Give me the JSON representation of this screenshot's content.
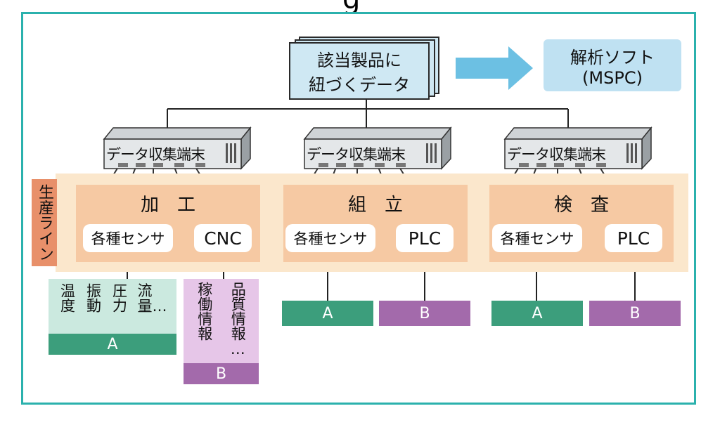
{
  "top_heading_partial": "g",
  "target_doc": {
    "line1": "該当製品に",
    "line2": "紐づくデータ"
  },
  "software": {
    "line1": "解析ソフト",
    "line2": "(MSPC)"
  },
  "terminal_label": "データ収集端末",
  "line_label": "生産ライン",
  "stations": [
    {
      "name": "加　工",
      "sensor": "各種センサ",
      "device": "CNC"
    },
    {
      "name": "組　立",
      "sensor": "各種センサ",
      "device": "PLC"
    },
    {
      "name": "検　査",
      "sensor": "各種センサ",
      "device": "PLC"
    }
  ],
  "group_a_label": "A",
  "group_b_label": "B",
  "a_items": [
    "温度",
    "振動",
    "圧力",
    "流量…"
  ],
  "b_items": [
    "稼働情報",
    "品質情報…"
  ],
  "colors": {
    "frame": "#2bb1ad",
    "line_band": "#fbe7cc",
    "station": "#f6c9a3",
    "line_tag": "#e8906a",
    "a_dark": "#3c9e7c",
    "a_light": "#cbe9df",
    "b_dark": "#a36aab",
    "b_light": "#e6c6e8",
    "doc": "#cfe8f3",
    "arrow": "#6cc0e3",
    "software": "#bfe1f2"
  }
}
